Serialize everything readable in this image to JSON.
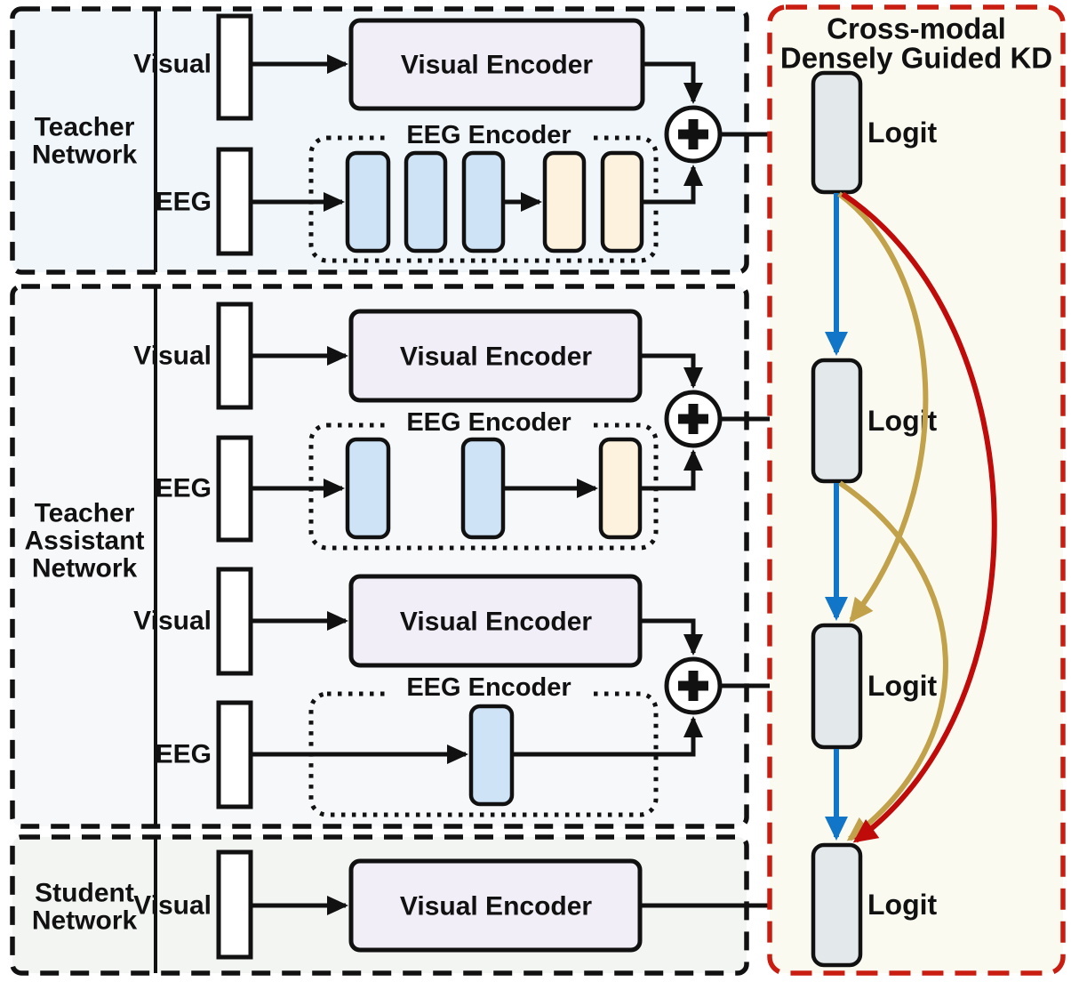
{
  "labels": {
    "visual": "Visual",
    "eeg": "EEG",
    "visual_encoder": "Visual Encoder",
    "eeg_encoder": "EEG Encoder",
    "logit": "Logit"
  },
  "sections": {
    "teacher": {
      "name_lines": [
        "Teacher",
        "Network"
      ]
    },
    "teacher_assistant": {
      "name_lines": [
        "Teacher",
        "Assistant",
        "Network"
      ]
    },
    "student": {
      "name_lines": [
        "Student",
        "Network"
      ]
    }
  },
  "kd_panel": {
    "title_lines": [
      "Cross-modal",
      "Densely Guided KD"
    ],
    "logit_count": 4
  },
  "colors": {
    "teacher_bg": "#f0f6fa",
    "assistant_bg": "#f7f8fa",
    "student_bg": "#f2f5f2",
    "kd_bg": "#fbfaf1",
    "kd_border": "#c81d10",
    "panel_border": "#111111",
    "visual_encoder_fill": "#f2eef8",
    "eeg_block_fill": "#cfe3f6",
    "eeg_out_block_fill": "#fdf2de",
    "logit_fill": "#e3e9ea",
    "input_fill": "#ffffff",
    "arrow_black": "#111111",
    "arrow_blue": "#1276c8",
    "arrow_gold": "#c2a14b",
    "arrow_red": "#c00b0b"
  }
}
